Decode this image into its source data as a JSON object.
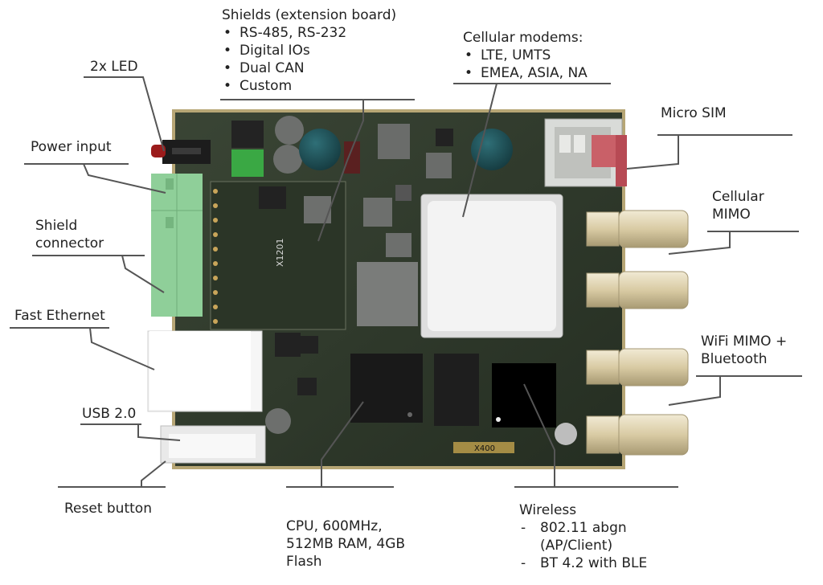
{
  "labels": {
    "shields": {
      "title": "Shields (extension board)",
      "items": [
        "RS-485, RS-232",
        "Digital IOs",
        "Dual CAN",
        "Custom"
      ]
    },
    "cellular_modems": {
      "title": "Cellular modems:",
      "items": [
        "LTE, UMTS",
        "EMEA, ASIA, NA"
      ]
    },
    "led": "2x LED",
    "micro_sim": "Micro SIM",
    "power_input": "Power input",
    "shield_connector": "Shield connector",
    "cellular_mimo": "Cellular MIMO",
    "fast_ethernet": "Fast Ethernet",
    "wifi_mimo": "WiFi MIMO + Bluetooth",
    "usb": "USB 2.0",
    "reset_button": "Reset button",
    "cpu": "CPU, 600MHz, 512MB RAM, 4GB Flash",
    "wireless": {
      "title": "Wireless",
      "items": [
        "802.11 abgn (AP/Client)",
        "BT 4.2 with BLE"
      ]
    }
  },
  "board_markings": {
    "module_label": "X1201",
    "bottom_label": "X400"
  },
  "colors": {
    "pcb": "#2f3a2c",
    "pcb_edge": "#b8a77a",
    "terminal_green": "#8fcf99",
    "leader_line": "#555555",
    "connector_tan": "#e7dcc0",
    "led_red": "#9b1b1b"
  }
}
